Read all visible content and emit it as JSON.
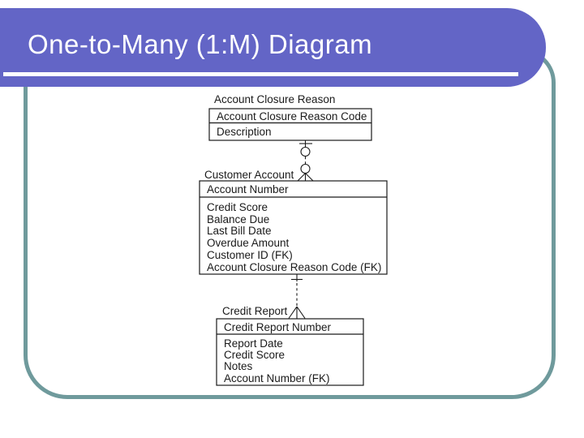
{
  "slide_title": "One-to-Many (1:M) Diagram",
  "colors": {
    "banner_purple": "#6365c6",
    "frame_teal": "#6f9a9c",
    "diagram_ink": "#1a1a1a",
    "title_text": "#ffffff"
  },
  "diagram": {
    "notation": "IDEF1X / crow's foot",
    "entities": [
      {
        "name": "Account Closure Reason",
        "keys": [
          "Account Closure Reason Code"
        ],
        "attributes": [
          "Description"
        ]
      },
      {
        "name": "Customer Account",
        "keys": [
          "Account Number"
        ],
        "attributes": [
          "Credit Score",
          "Balance Due",
          "Last Bill Date",
          "Overdue Amount",
          "Customer ID (FK)",
          "Account Closure Reason Code (FK)"
        ]
      },
      {
        "name": "Credit Report",
        "keys": [
          "Credit Report Number"
        ],
        "attributes": [
          "Report Date",
          "Credit Score",
          "Notes",
          "Account Number (FK)"
        ]
      }
    ],
    "relationships": [
      {
        "from": "Account Closure Reason",
        "to": "Customer Account",
        "line_style": "dashed",
        "from_marker": "tick and circle (zero or one)",
        "to_marker": "circle and crow's foot (zero or many)"
      },
      {
        "from": "Customer Account",
        "to": "Credit Report",
        "line_style": "dashed",
        "from_marker": "tick (one)",
        "to_marker": "crow's foot (many)"
      }
    ]
  }
}
